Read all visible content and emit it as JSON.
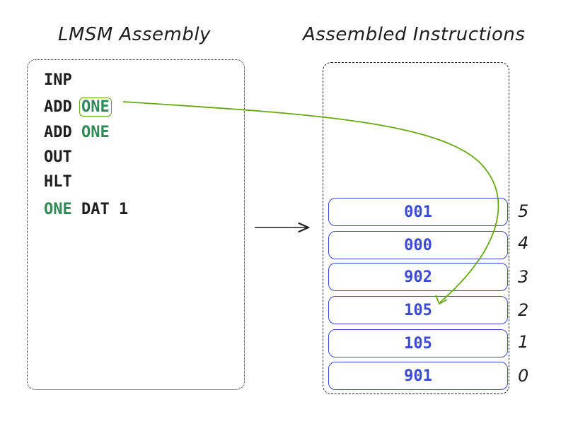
{
  "titles": {
    "left": "LMSM Assembly",
    "right": "Assembled Instructions"
  },
  "code": {
    "line1": "INP",
    "line2_op": "ADD",
    "line2_arg": "ONE",
    "line3_op": "ADD",
    "line3_arg": "ONE",
    "line4": "OUT",
    "line5": "HLT",
    "line6_label": "ONE",
    "line6_rest": "DAT 1"
  },
  "memory": [
    {
      "addr": "5",
      "value": "001"
    },
    {
      "addr": "4",
      "value": "000"
    },
    {
      "addr": "3",
      "value": "902"
    },
    {
      "addr": "2",
      "value": "105"
    },
    {
      "addr": "1",
      "value": "105"
    },
    {
      "addr": "0",
      "value": "901"
    }
  ],
  "colors": {
    "label_green": "#2f8a57",
    "highlight_green": "#66a80f",
    "cell_blue": "#3b49d6",
    "ink": "#1e1e1e"
  }
}
